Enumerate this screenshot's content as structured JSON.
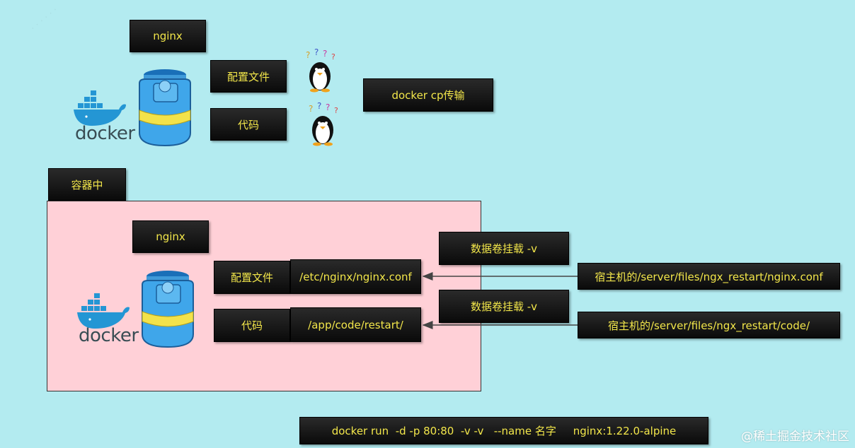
{
  "top": {
    "nginx_label": "nginx",
    "config_label": "配置文件",
    "code_label": "代码",
    "docker_cp_label": "docker cp传输"
  },
  "container": {
    "title": "容器中",
    "nginx_label": "nginx",
    "config_label": "配置文件",
    "config_path": "/etc/nginx/nginx.conf",
    "code_label": "代码",
    "code_path": "/app/code/restart/"
  },
  "mounts": [
    {
      "label": "数据卷挂载 -v",
      "host_path": "宿主机的/server/files/ngx_restart/nginx.conf"
    },
    {
      "label": "数据卷挂载 -v",
      "host_path": "宿主机的/server/files/ngx_restart/code/"
    }
  ],
  "command": "docker run  -d -p 80:80  -v -v   --name 名字     nginx:1.22.0-alpine",
  "logo_text": "docker",
  "footer_mark": "@稀土掘金技术社区",
  "colors": {
    "background": "#b3ebf0",
    "panel": "#ffd0d7",
    "box_text": "#f2e64a",
    "docker_blue": "#2496d4"
  }
}
